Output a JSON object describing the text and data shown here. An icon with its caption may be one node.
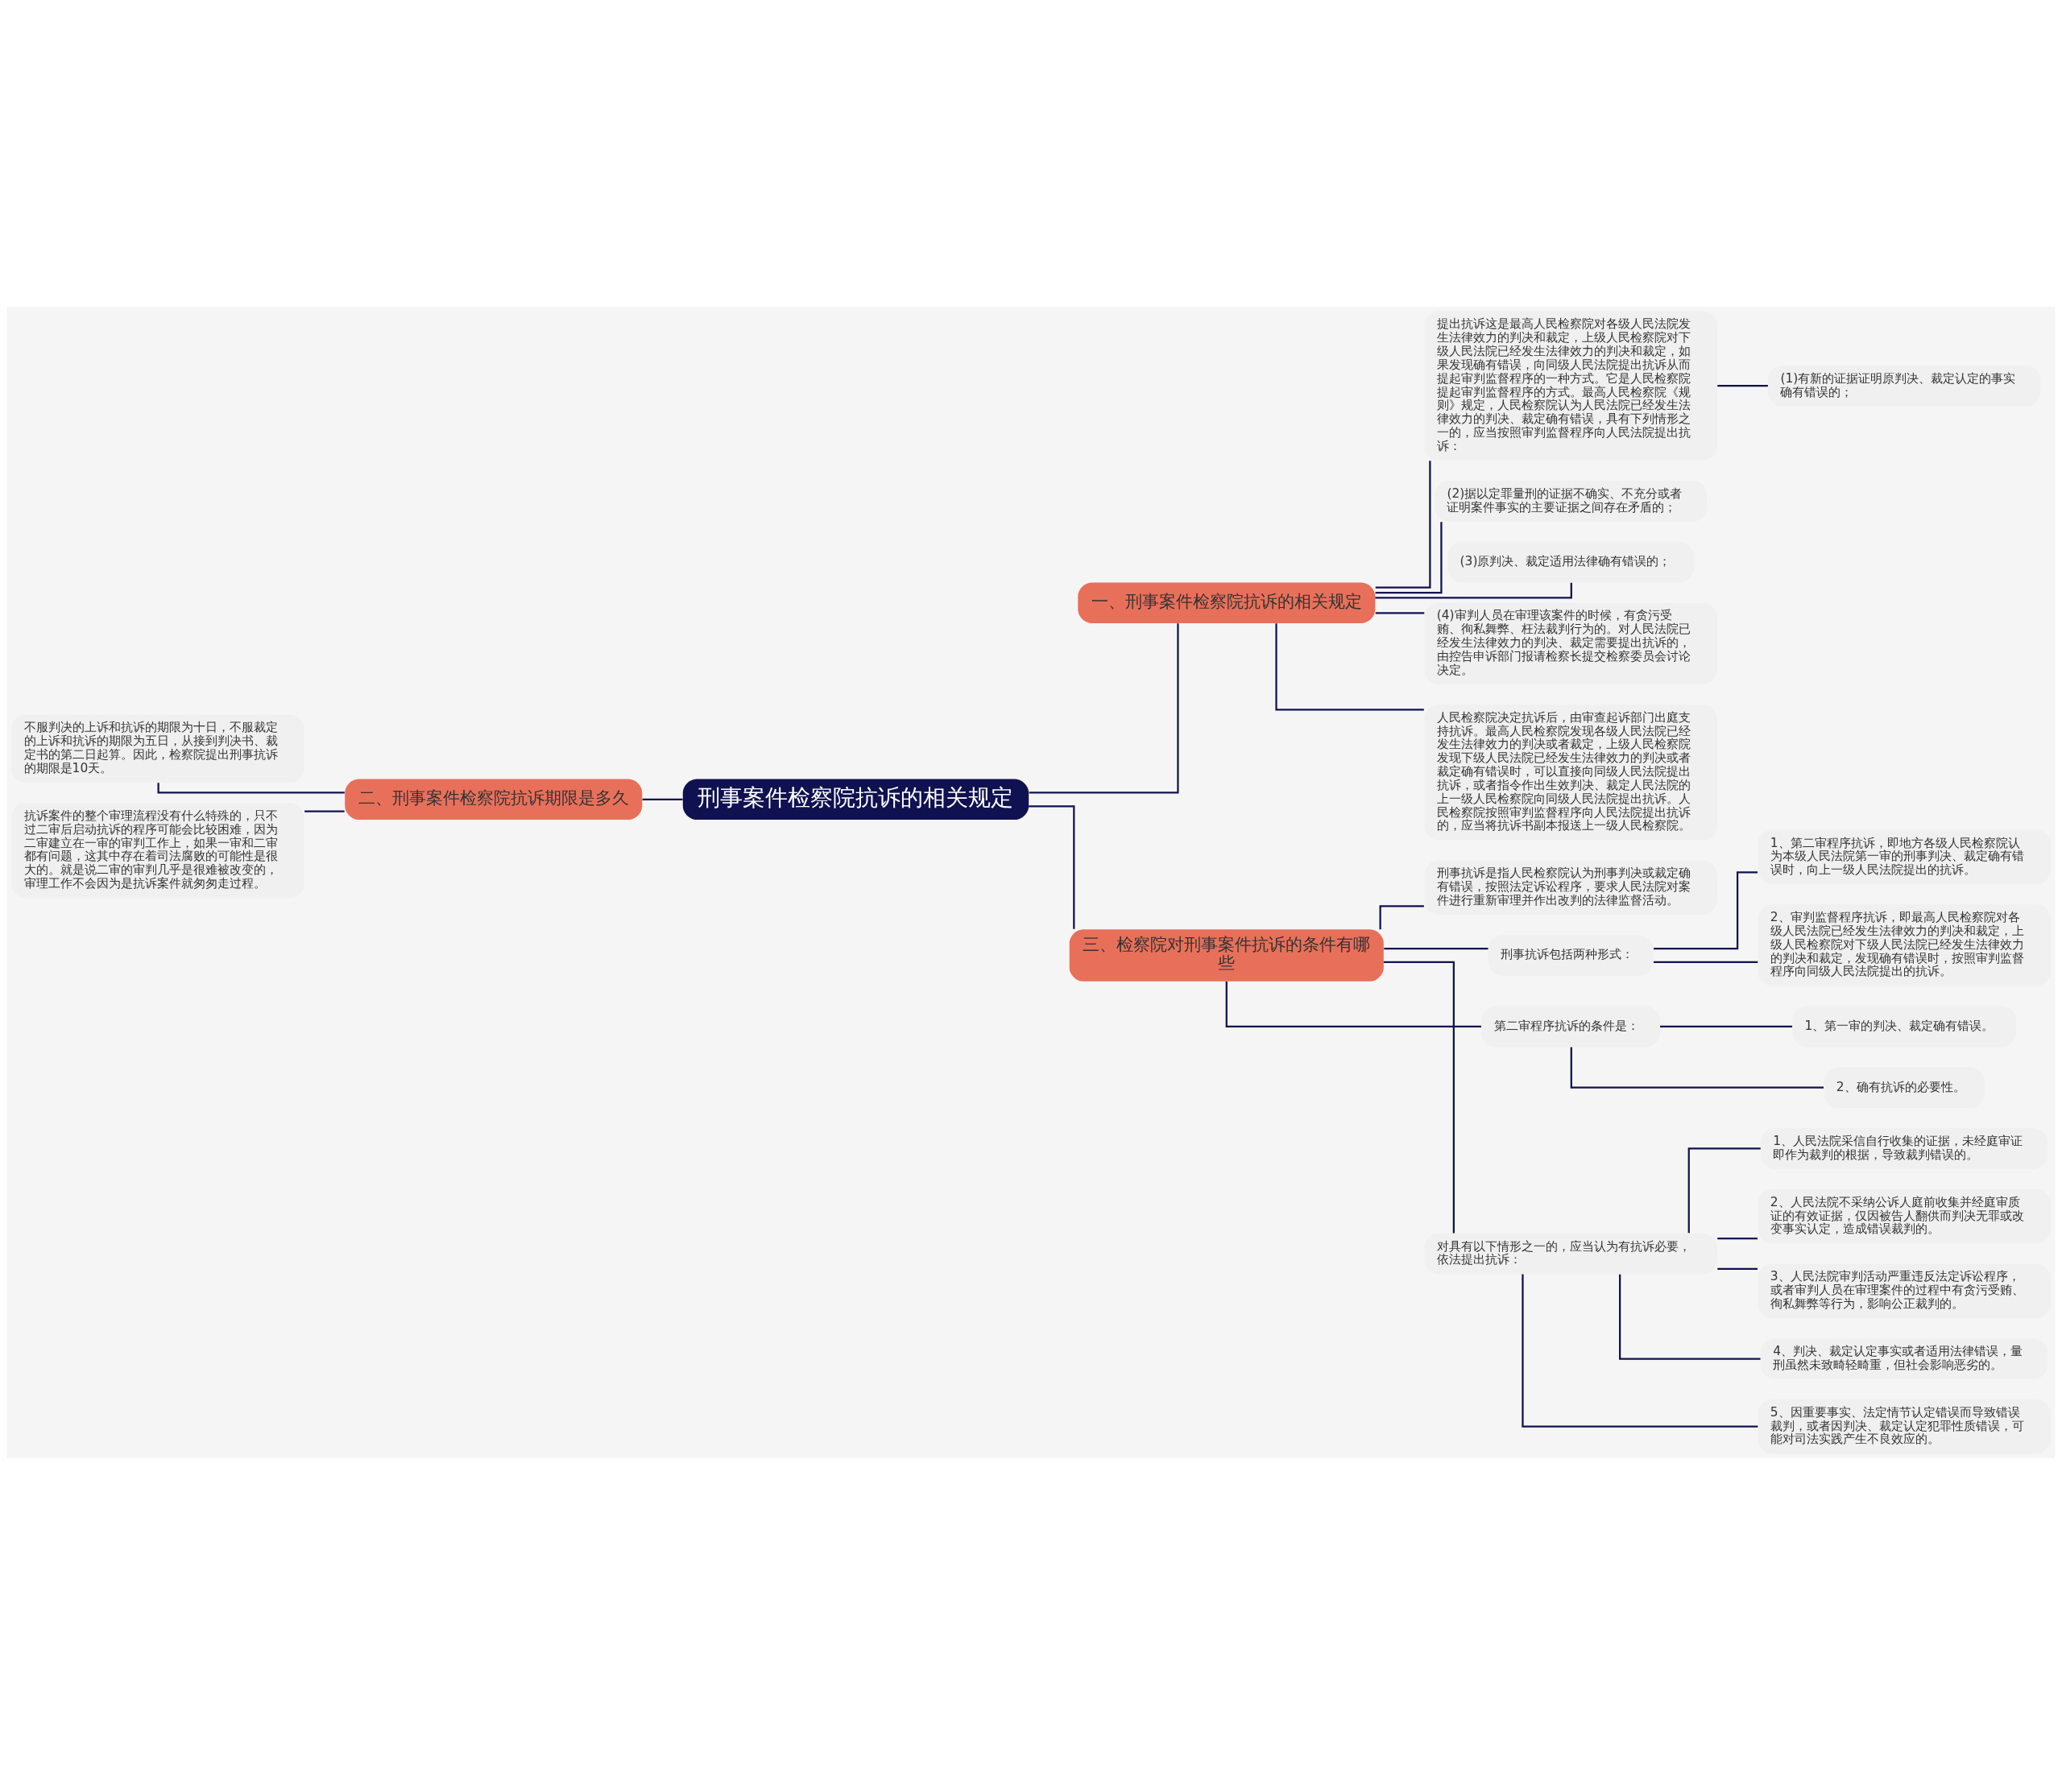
{
  "diagram": {
    "nodes": [
      {
        "text": [
          "刑事案件检察院抗诉的相关规定"
        ]
      },
      {
        "text": [
          "一、刑事案件检察院抗诉的相关规定"
        ]
      },
      {
        "text": [
          "提出抗诉这是最高人民检察院对各级人民法院发生法律效力的判决和裁定，上级人民检察院对下级人民法院已经发生法律效力的判决和裁定，如果发现确有错误，向同级人民法院提出抗诉从而提起审判监督程序的一种方式。它是人民检察院提起审判监督程序的方式。最高人民检察院《规则》规定，人民检察院认为人民法院已经发生法律效力的判决、裁定确有错误，具有下列情形之一的，应当按照审判监督程序向人民法院提出抗诉："
        ]
      },
      {
        "text": [
          "(1)有新的证据证明原判决、裁定认定的事实确有错误的；"
        ]
      },
      {
        "text": [
          "(2)据以定罪量刑的证据不确实、不充分或者证明案件事实的主要证据之间存在矛盾的；"
        ]
      },
      {
        "text": [
          "(3)原判决、裁定适用法律确有错误的；"
        ]
      },
      {
        "text": [
          "(4)审判人员在审理该案件的时候，有贪污受贿、徇私舞弊、枉法裁判行为的。对人民法院已经发生法律效力的判决、裁定需要提出抗诉的，由控告申诉部门报请检察长提交检察委员会讨论决定。"
        ]
      },
      {
        "text": [
          "人民检察院决定抗诉后，由审查起诉部门出庭支持抗诉。最高人民检察院发现各级人民法院已经发生法律效力的判决或者裁定，上级人民检察院发现下级人民法院已经发生法律效力的判决或者裁定确有错误时，可以直接向同级人民法院提出抗诉，或者指令作出生效判决、裁定人民法院的上一级人民检察院向同级人民法院提出抗诉。人民检察院按照审判监督程序向人民法院提出抗诉的，应当将抗诉书副本报送上一级人民检察院。"
        ]
      },
      {
        "text": [
          "二、刑事案件检察院抗诉期限是多久"
        ]
      },
      {
        "text": [
          "不服判决的上诉和抗诉的期限为十日，不服裁定的上诉和抗诉的期限为五日，从接到判决书、裁定书的第二日起算。因此，检察院提出刑事抗诉的期限是10天。"
        ]
      },
      {
        "text": [
          "抗诉案件的整个审理流程没有什么特殊的，只不过二审后启动抗诉的程序可能会比较困难，因为二审建立在一审的审判工作上，如果一审和二审都有问题，这其中存在着司法腐败的可能性是很大的。就是说二审的审判几乎是很难被改变的，审理工作不会因为是抗诉案件就匆匆走过程。"
        ]
      },
      {
        "text": [
          "三、检察院对刑事案件抗诉的条件有哪些"
        ]
      },
      {
        "text": [
          "刑事抗诉是指人民检察院认为刑事判决或裁定确有错误，按照法定诉讼程序，要求人民法院对案件进行重新审理并作出改判的法律监督活动。"
        ]
      },
      {
        "text": [
          "刑事抗诉包括两种形式："
        ]
      },
      {
        "text": [
          "1、第二审程序抗诉，即地方各级人民检察院认为本级人民法院第一审的刑事判决、裁定确有错误时，向上一级人民法院提出的抗诉。"
        ]
      },
      {
        "text": [
          "2、审判监督程序抗诉，即最高人民检察院对各级人民法院已经发生法律效力的判决和裁定，上级人民检察院对下级人民法院已经发生法律效力的判决和裁定，发现确有错误时，按照审判监督程序向同级人民法院提出的抗诉。"
        ]
      },
      {
        "text": [
          "第二审程序抗诉的条件是："
        ]
      },
      {
        "text": [
          "1、第一审的判决、裁定确有错误。"
        ]
      },
      {
        "text": [
          "2、确有抗诉的必要性。"
        ]
      },
      {
        "text": [
          "对具有以下情形之一的，应当认为有抗诉必要，依法提出抗诉："
        ]
      },
      {
        "text": [
          "1、人民法院采信自行收集的证据，未经庭审证即作为裁判的根据，导致裁判错误的。"
        ]
      },
      {
        "text": [
          "2、人民法院不采纳公诉人庭前收集并经庭审质证的有效证据，仅因被告人翻供而判决无罪或改变事实认定，造成错误裁判的。"
        ]
      },
      {
        "text": [
          "3、人民法院审判活动严重违反法定诉讼程序，或者审判人员在审理案件的过程中有贪污受贿、徇私舞弊等行为，影响公正裁判的。"
        ]
      },
      {
        "text": [
          "4、判决、裁定认定事实或者适用法律错误，量刑虽然未致畸轻畸重，但社会影响恶劣的。"
        ]
      },
      {
        "text": [
          "5、因重要事实、法定情节认定错误而导致错误裁判，或者因判决、裁定认定犯罪性质错误，可能对司法实践产生不良效应的。"
        ]
      }
    ],
    "edges": [
      {
        "from": 0,
        "to": 1,
        "arrow": "none"
      },
      {
        "from": 1,
        "to": 2,
        "arrow": "none"
      },
      {
        "from": 2,
        "to": 3,
        "arrow": "none"
      },
      {
        "from": 1,
        "to": 4,
        "arrow": "none"
      },
      {
        "from": 1,
        "to": 5,
        "arrow": "none"
      },
      {
        "from": 1,
        "to": 6,
        "arrow": "none"
      },
      {
        "from": 1,
        "to": 7,
        "arrow": "none"
      },
      {
        "from": 0,
        "to": 8,
        "arrow": "none"
      },
      {
        "from": 8,
        "to": 9,
        "arrow": "none"
      },
      {
        "from": 8,
        "to": 10,
        "arrow": "none"
      },
      {
        "from": 0,
        "to": 11,
        "arrow": "none"
      },
      {
        "from": 11,
        "to": 12,
        "arrow": "none"
      },
      {
        "from": 11,
        "to": 13,
        "arrow": "none"
      },
      {
        "from": 13,
        "to": 14,
        "arrow": "none"
      },
      {
        "from": 13,
        "to": 15,
        "arrow": "none"
      },
      {
        "from": 11,
        "to": 16,
        "arrow": "none"
      },
      {
        "from": 16,
        "to": 17,
        "arrow": "none"
      },
      {
        "from": 16,
        "to": 18,
        "arrow": "none"
      },
      {
        "from": 11,
        "to": 19,
        "arrow": "none"
      },
      {
        "from": 19,
        "to": 20,
        "arrow": "none"
      },
      {
        "from": 19,
        "to": 21,
        "arrow": "none"
      },
      {
        "from": 19,
        "to": 22,
        "arrow": "none"
      },
      {
        "from": 19,
        "to": 23,
        "arrow": "none"
      },
      {
        "from": 19,
        "to": 24,
        "arrow": "none"
      }
    ]
  }
}
